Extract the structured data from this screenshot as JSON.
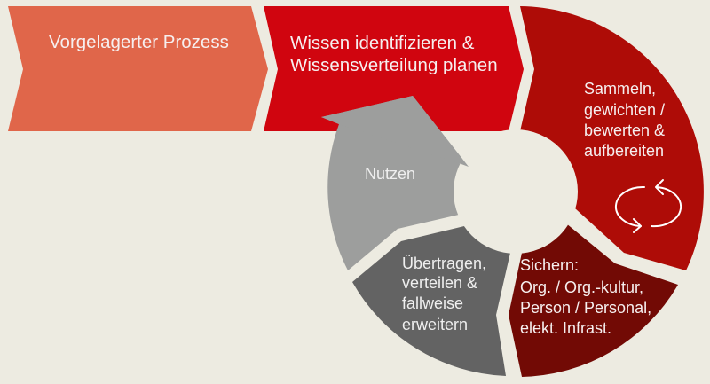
{
  "colors": {
    "background": "#EDEBE1",
    "orange": "#E0664A",
    "red": "#D0050F",
    "dark_red": "#AE0C07",
    "maroon": "#720A05",
    "dark_gray": "#636363",
    "light_gray": "#9D9E9D",
    "text_on_red": "#F6EFEF",
    "text_on_gray": "#EFEFEF",
    "icon_stroke": "#FFFFFF"
  },
  "process": {
    "steps": [
      {
        "label_lines": [
          "Vorgelagerter Prozess"
        ]
      },
      {
        "label_lines": [
          "Wissen identifizieren &",
          "Wissensverteilung planen"
        ]
      }
    ]
  },
  "cycle": {
    "segments": [
      {
        "name": "sammeln",
        "label_lines": [
          "Sammeln,",
          "gewichten /",
          "bewerten &",
          "aufbereiten"
        ],
        "icon": "cycle-arrows-icon"
      },
      {
        "name": "sichern",
        "label_lines": [
          "Sichern:",
          "Org. / Org.-kultur,",
          "Person / Personal,",
          "elekt. Infrast."
        ]
      },
      {
        "name": "uebertragen",
        "label_lines": [
          "Übertragen,",
          "verteilen &",
          "fallweise",
          "erweitern"
        ]
      },
      {
        "name": "nutzen",
        "label_lines": [
          "Nutzen"
        ]
      }
    ]
  }
}
